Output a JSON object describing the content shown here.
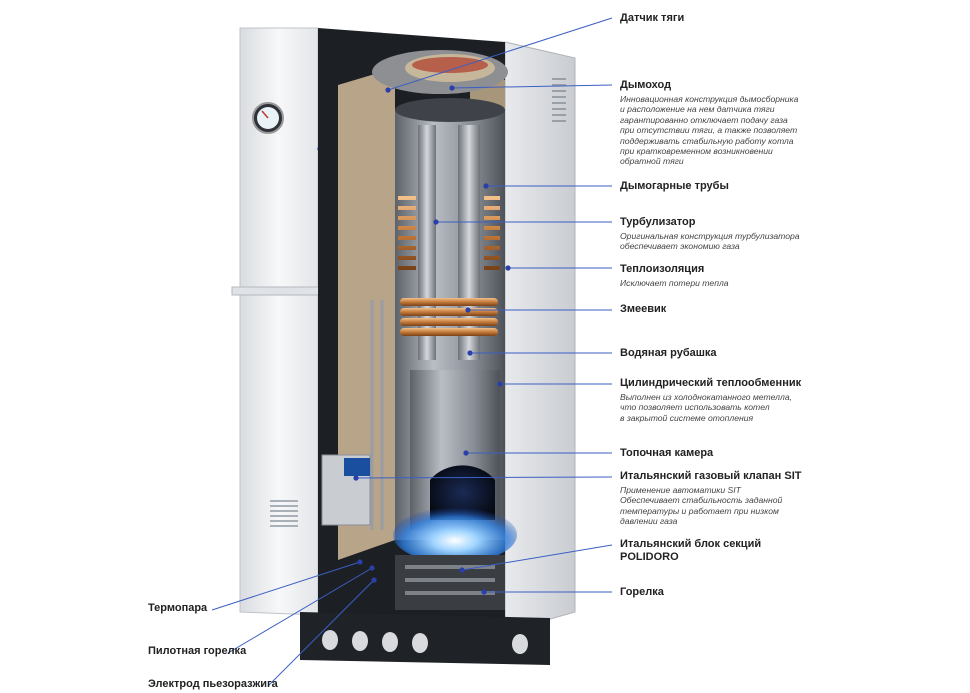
{
  "callouts": {
    "draft_sensor": {
      "title": "Датчик тяги"
    },
    "chimney": {
      "title": "Дымоход",
      "desc": [
        "Инновационная конструкция дымосборника",
        "и расположение на нем датчика тяги",
        "гарантированно отключает подачу газа",
        "при отсутствии тяги, а также позволяет",
        "поддерживать стабильную работу котла",
        "при кратковременном возникновении",
        "обратной тяги"
      ]
    },
    "flue_tubes": {
      "title": "Дымогарные трубы"
    },
    "turbulator": {
      "title": "Турбулизатор",
      "desc": [
        "Оригинальная конструкция турбулизатора",
        "обеспечивает экономию газа"
      ]
    },
    "insulation": {
      "title": "Теплоизоляция",
      "desc": [
        "Исключает потери тепла"
      ]
    },
    "coil": {
      "title": "Змеевик"
    },
    "water_jacket": {
      "title": "Водяная рубашка"
    },
    "heat_exchanger": {
      "title": "Цилиндрический теплообменник",
      "desc": [
        "Выполнен из холоднокатанного метелла,",
        "что позволяет использовать котел",
        "в закрытой системе отопления"
      ]
    },
    "firebox": {
      "title": "Топочная камера"
    },
    "gas_valve": {
      "title": "Итальянский газовый клапан SIT",
      "desc": [
        "Применение автоматики SIT",
        "Обеспечивает стабильность заданной",
        "температуры и работает при низком",
        "давлении газа"
      ]
    },
    "section_block": {
      "title": [
        "Итальянский блок секций",
        "POLIDORO"
      ]
    },
    "burner": {
      "title": "Горелка"
    },
    "thermocouple": {
      "title": "Термопара"
    },
    "pilot_burner": {
      "title": "Пилотная горелка"
    },
    "piezo_electrode": {
      "title": "Электрод пьезоразжига"
    }
  },
  "colors": {
    "leader_line": "#3b5fc4",
    "dot": "#2a3fa8",
    "flame": "#4aa8ff",
    "copper": "#c47a3a",
    "insulation": "#b8a488"
  },
  "icons": {
    "gauge": "thermometer-gauge-icon"
  }
}
